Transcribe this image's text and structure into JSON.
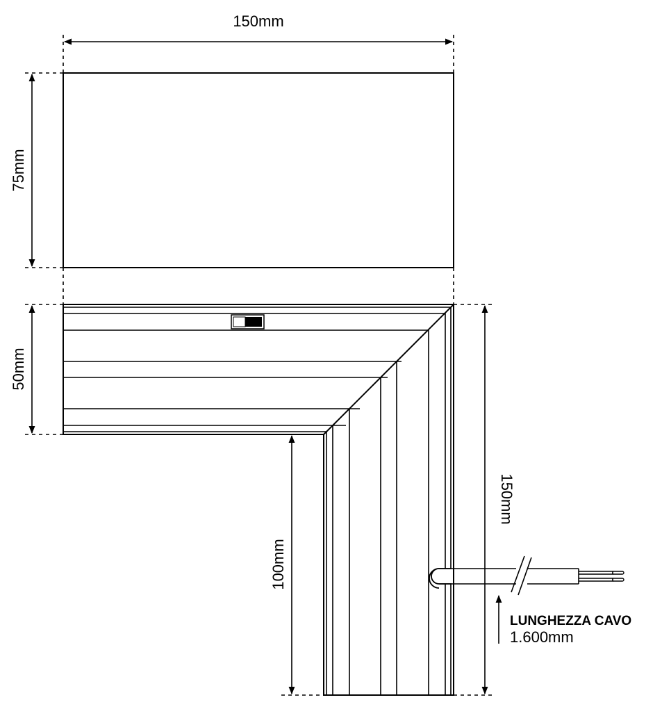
{
  "drawing": {
    "title": "L-shaped LED corner profile technical drawing",
    "stroke_color": "#000000",
    "background_color": "#ffffff"
  },
  "dimensions": {
    "top_width": "150mm",
    "top_view_height": "75mm",
    "profile_width": "50mm",
    "inner_leg_length": "100mm",
    "outer_leg_length": "150mm"
  },
  "cable": {
    "label": "LUNGHEZZA CAVO",
    "length": "1.600mm"
  },
  "switch": {
    "icon": "toggle-switch-icon",
    "state": "right-dark"
  }
}
